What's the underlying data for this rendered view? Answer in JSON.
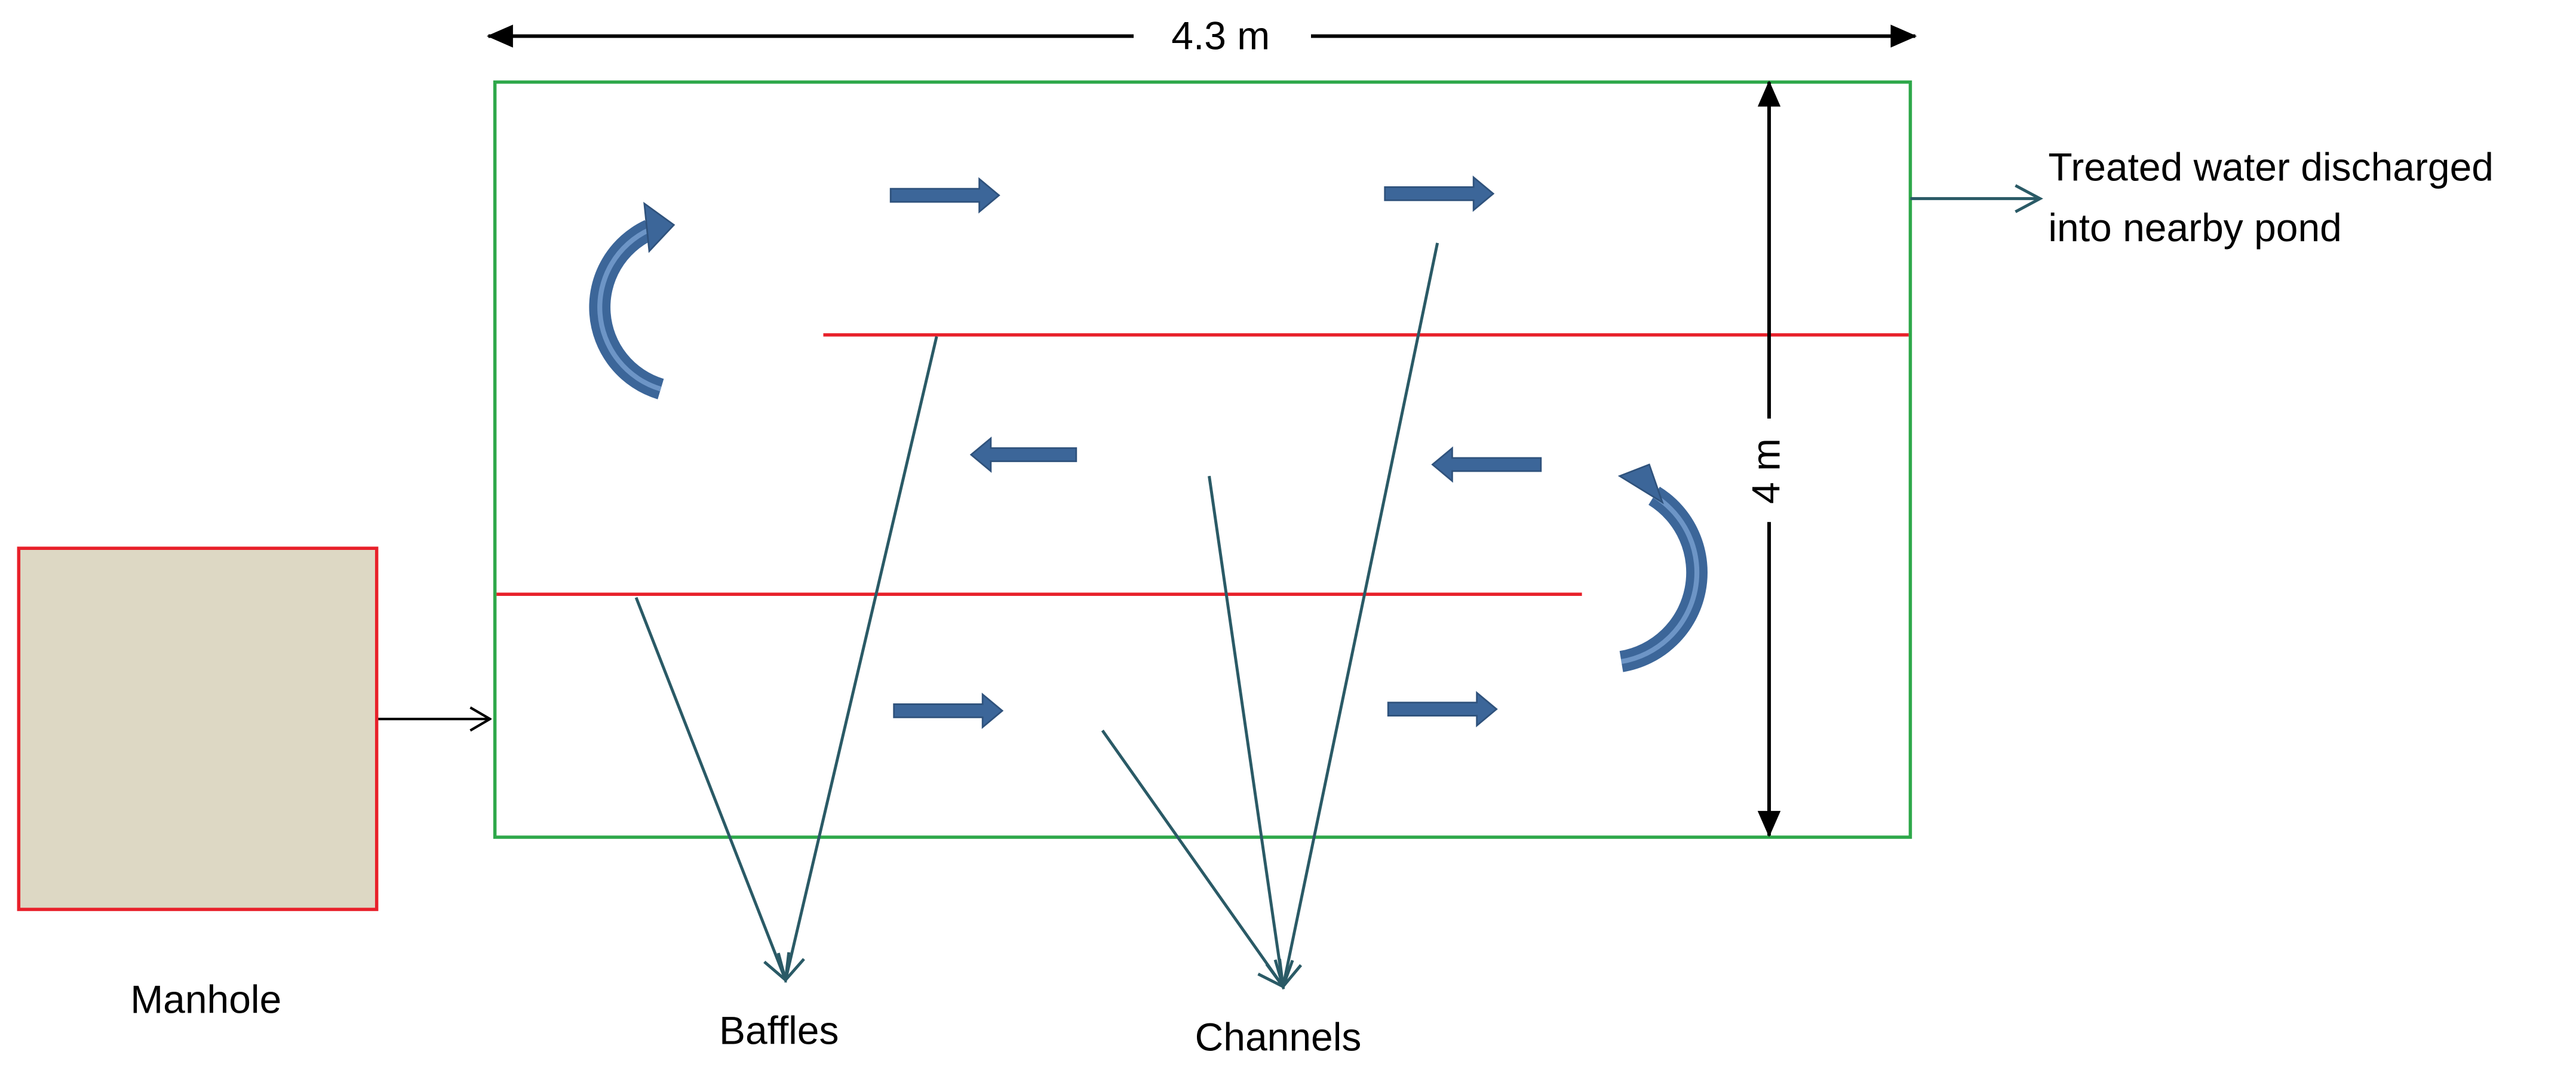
{
  "labels": {
    "width_dimension": "4.3 m",
    "height_dimension": "4 m",
    "outlet": {
      "line1": "Treated water discharged",
      "line2": "into nearby pond"
    },
    "manhole": "Manhole",
    "baffles": "Baffles",
    "channels": "Channels"
  },
  "colors": {
    "tank_outline": "#2ea84a",
    "baffle": "#e8202a",
    "manhole_fill": "#ddd8c4",
    "manhole_outline": "#e8202a",
    "flow_arrow": "#3c6699",
    "pointer_line": "#2a5a66",
    "dimension_line": "#000000"
  },
  "icons": {
    "flow_straight": "arrow-right",
    "flow_curved": "curved-arrow"
  }
}
